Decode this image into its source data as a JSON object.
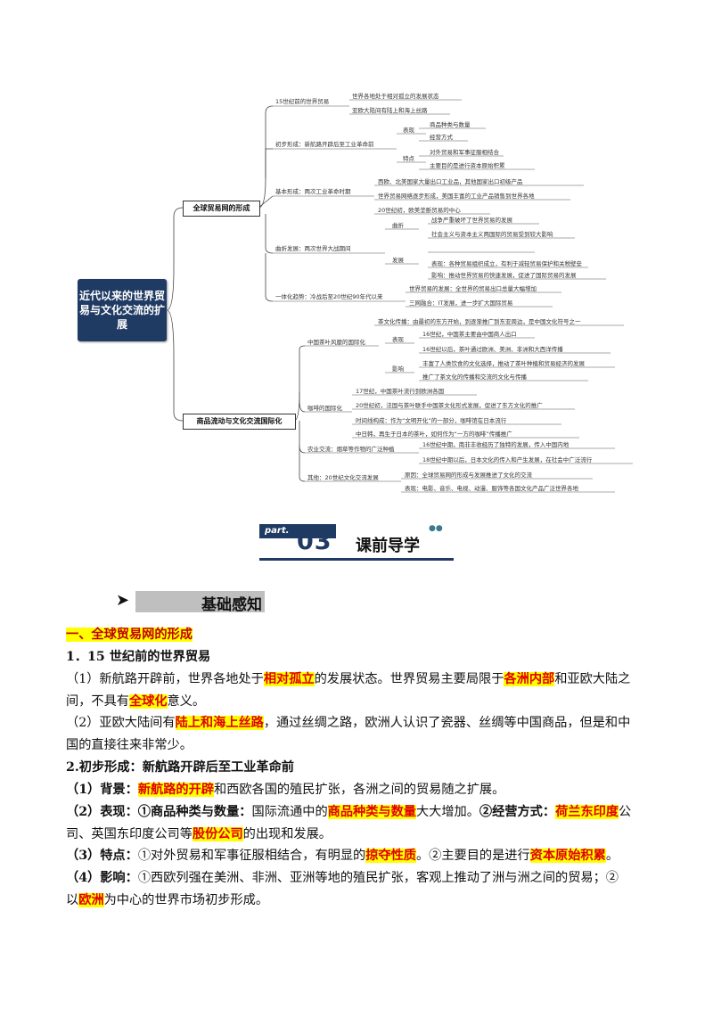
{
  "mindmap": {
    "root": "近代以来的世界贸易与文化交流的扩展",
    "branch1": "全球贸易网的形成",
    "branch2": "商品流动与文化交流国际化",
    "nodes_a": [
      "15世纪前的世界贸易",
      "初步形成：新航路开辟后至工业革命前",
      "基本形成：两次工业革命时期",
      "曲折发展：两次世界大战期间",
      "一体化趋势：冷战后至20世纪90年代以来"
    ],
    "leaves_a": [
      "世界各地处于相对孤立的发展状态",
      "亚欧大陆间有陆上和海上丝路",
      "表现",
      "商品种类与数量",
      "经营方式",
      "特点",
      "对外贸易和军事征服相结合",
      "主要目的是进行资本原始积累",
      "西欧、北美国家大量出口工业品，其他国家出口初级产品",
      "世界贸易网络逐步形成，美国丰富的工业产品销售到世界各地",
      "20世纪初，欧美垄断贸易的中心",
      "曲折",
      "战争严重破坏了世界贸易的发展",
      "社会主义与资本主义两国际的贸易受到较大影响",
      "发展",
      "表现：各种贸易组织成立，有利于减轻贸易保护和关税壁垒",
      "影响：推动世界贸易的快速发展，促进了国际贸易的发展",
      "世界贸易的发展：全世界的贸易出口总量大幅增加",
      "三网融合：IT发展，进一步扩大国际贸易"
    ],
    "nodes_b": [
      "中国茶叶风靡的国际化",
      "咖啡的国际化",
      "农业交流：烟草等作物的广泛种植",
      "其他：20世纪文化交流发展"
    ],
    "leaves_b": [
      "茶文化传播：由最初的东方开始，到逐渐推广到东亚周边，是中国文化符号之一",
      "表现",
      "16世纪，中国茶主要由中国商人出口",
      "16世纪以后，茶叶通过欧洲、美洲、非洲和大西洋传播",
      "影响",
      "丰富了人类饮食的文化选择，推动了茶叶种植和贸易经济的发展",
      "推广了茶文化的传播和交流的文化与传播",
      "17世纪，中国茶叶流行到欧洲各国",
      "20世纪初，法国与茶叶联手中国茶文化形式发展，促进了东方文化的推广",
      "时间线构成：作为“文明开化”的一部分，咖啡馆在日本流行",
      "中日韩，再生于日本的茶叶，如何作为“一方的咖啡”传播推广",
      "16世纪中期，南非丰收经历了独特的发展，传入中国内地",
      "18世纪中期以后，日本文化的传入和产生发展，在社会中广泛流行",
      "原因：全球贸易网的形成与发展推进了文化的交流",
      "表现：电影、音乐、电视、动漫、服饰等各国文化产品广泛世界各地"
    ]
  },
  "banner": {
    "part_label": "part.",
    "part_number": "03",
    "title": "课前导学"
  },
  "section": {
    "arrow": "➤",
    "title": "基础感知"
  },
  "content": {
    "h1": "一、全球贸易网的形成",
    "h2_1": "1．15 世纪前的世界贸易",
    "p1_a": "（1）新航路开辟前，世界各地处于",
    "p1_hl1": "相对孤立",
    "p1_b": "的发展状态。世界贸易主要局限于",
    "p1_hl2": "各洲内部",
    "p1_c": "和亚欧大陆之",
    "p1_d": "间，不具有",
    "p1_hl3": "全球化",
    "p1_e": "意义。",
    "p2_a": "（2）亚欧大陆间有",
    "p2_hl1": "陆上和海上丝路",
    "p2_b": "，通过丝绸之路，欧洲人认识了瓷器、丝绸等中国商品，但是和中",
    "p2_c": "国的直接往来非常少。",
    "h2_2": "2.初步形成：新航路开辟后至工业革命前",
    "p3_a": "（1）背景：",
    "p3_hl1": "新航路的开辟",
    "p3_b": "和西欧各国的殖民扩张，各洲之间的贸易随之扩展。",
    "p4_a": "（2）表现：①商品种类与数量：",
    "p4_b": "国际流通中的",
    "p4_hl1": "商品种类与数量",
    "p4_c": "大大增加。",
    "p4_d": "②经营方式：",
    "p4_hl2": "荷兰东印度",
    "p4_e": "公",
    "p4_f": "司、英国东印度公司等",
    "p4_hl3": "股份公司",
    "p4_g": "的出现和发展。",
    "p5_a": "（3）特点：",
    "p5_b": "①对外贸易和军事征服相结合，有明显的",
    "p5_hl1": "掠夺性质",
    "p5_c": "。②主要目的是进行",
    "p5_hl2": "资本原始积累",
    "p5_d": "。",
    "p6_a": "（4）影响：",
    "p6_b": "①西欧列强在美洲、非洲、亚洲等地的殖民扩张，客观上推动了洲与洲之间的贸易；②",
    "p6_c": "以",
    "p6_hl1": "欧洲",
    "p6_d": "为中心的世界市场初步形成。"
  }
}
